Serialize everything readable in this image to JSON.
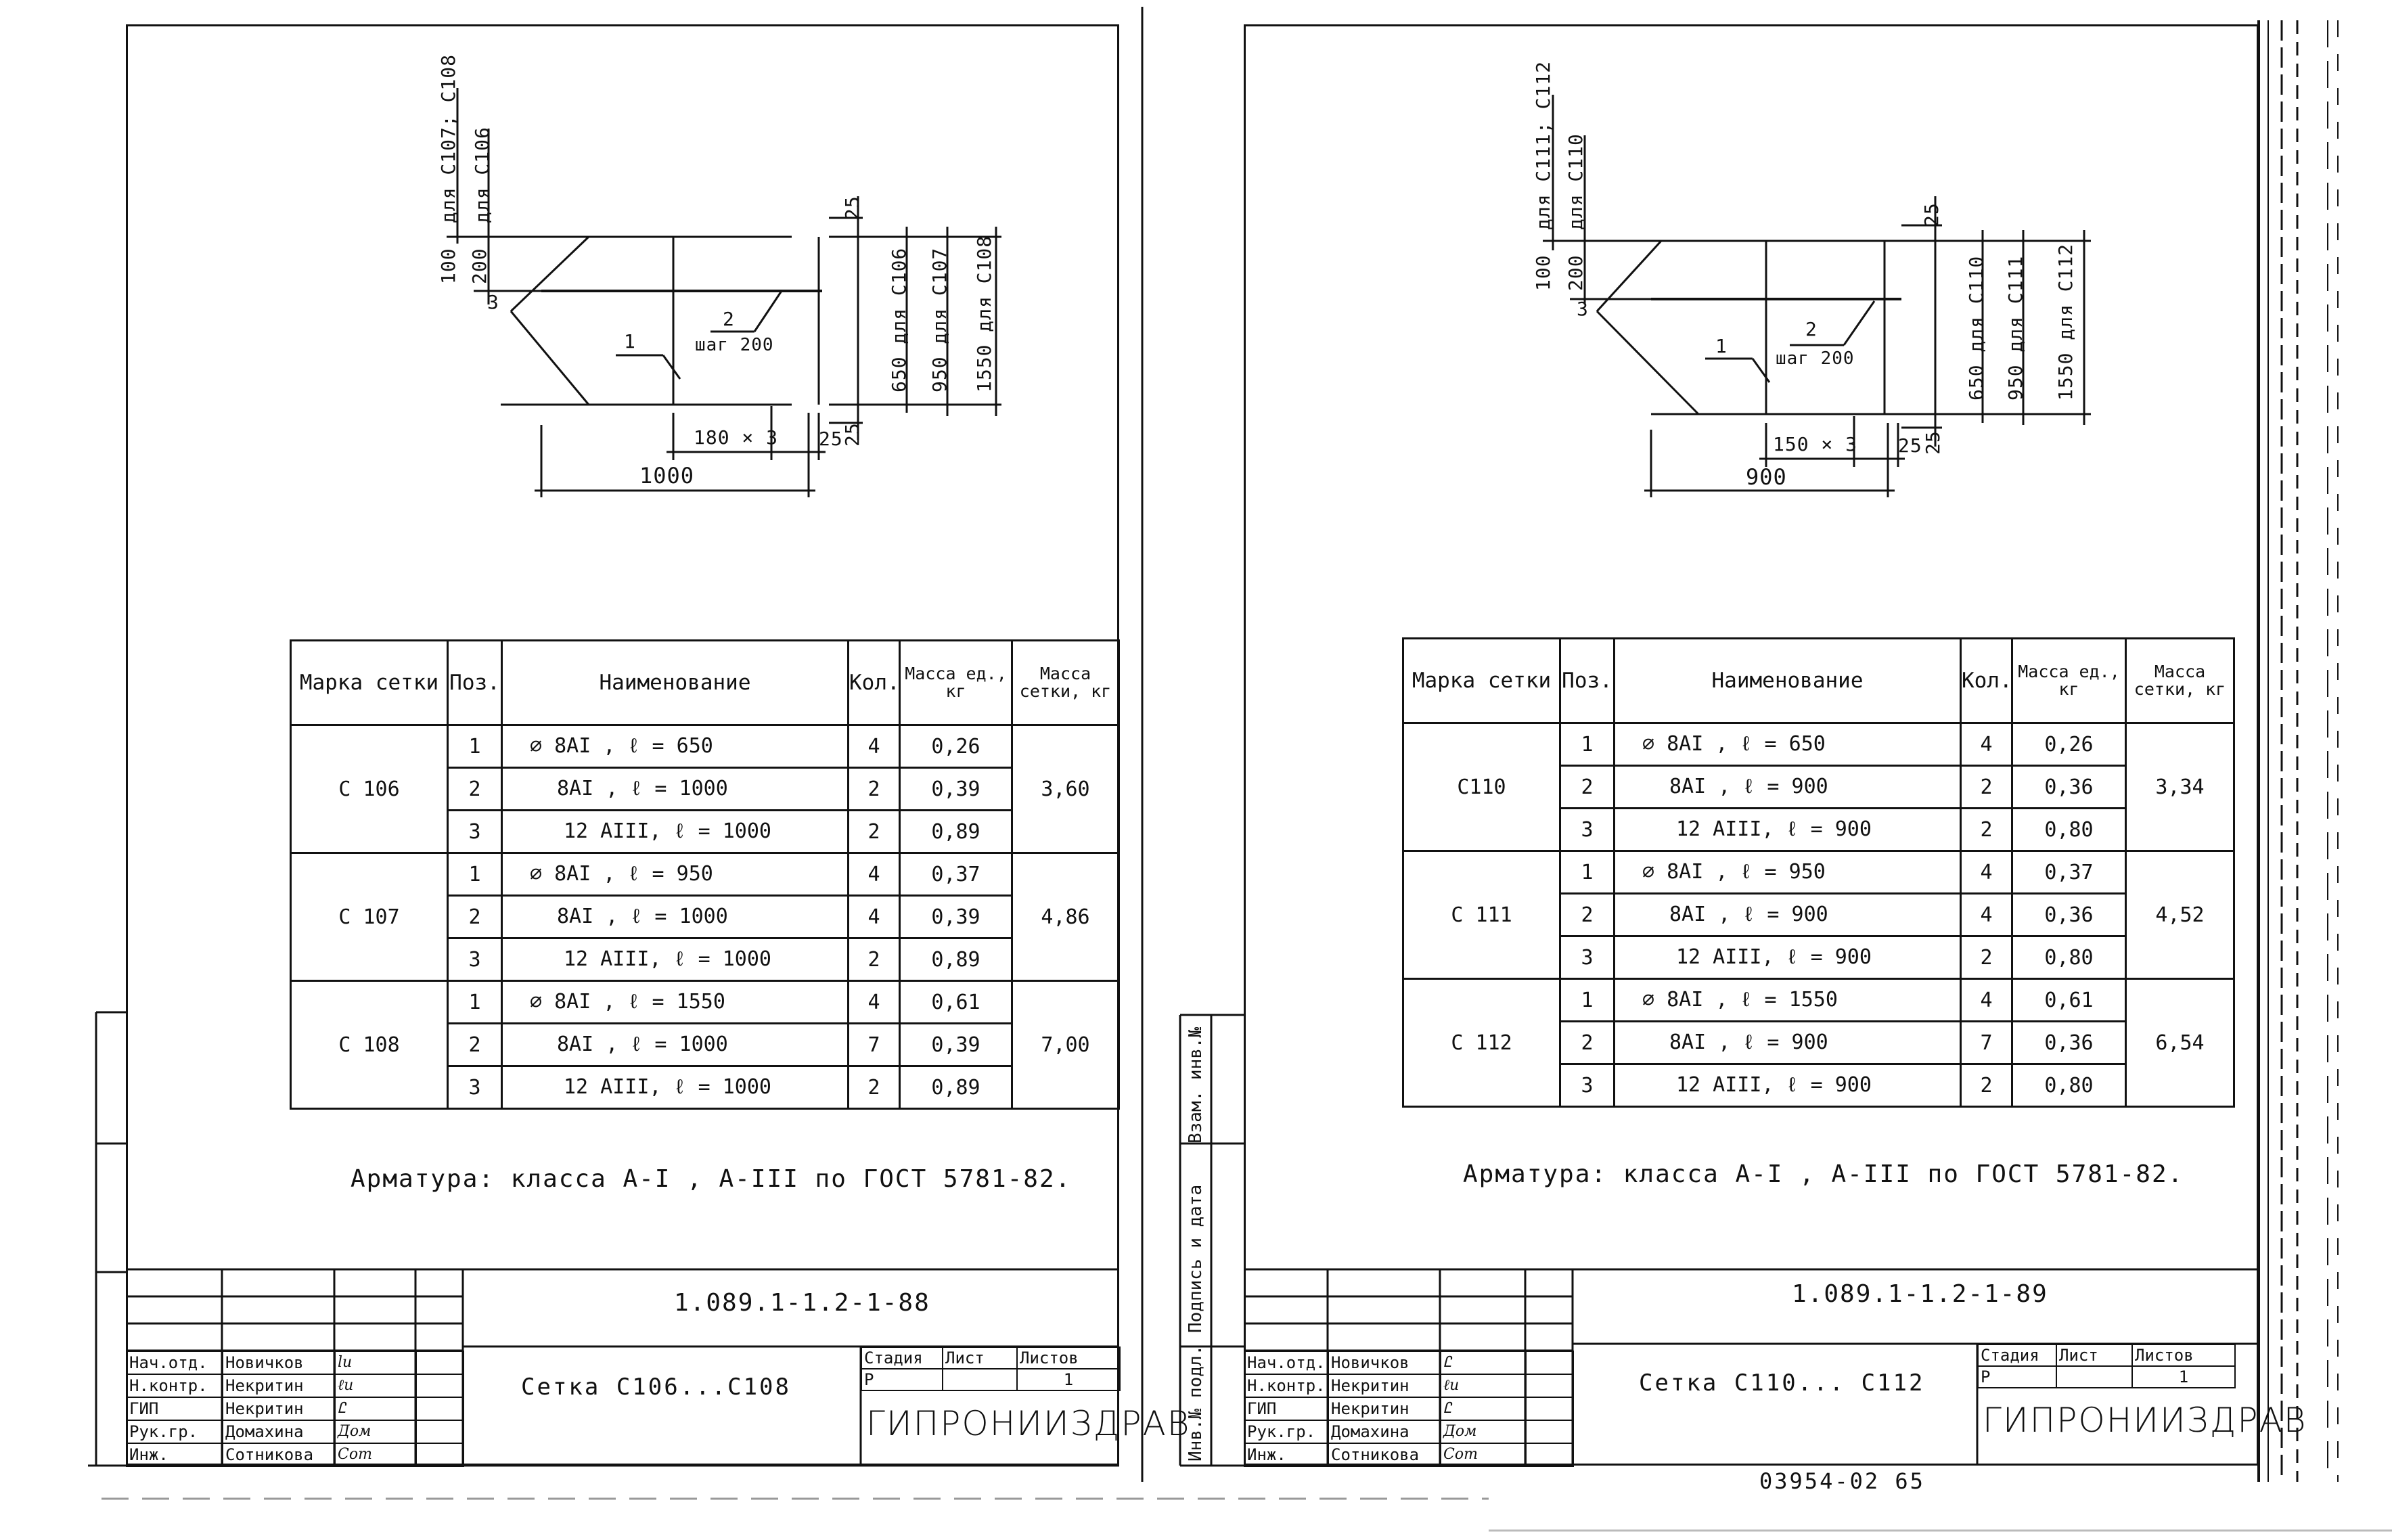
{
  "left": {
    "drawing": {
      "dim_top_rot1": "для С107; С108",
      "dim_top_rot2": "для С106",
      "dim_100": "100",
      "dim_200": "200",
      "dim_25_top": "25",
      "dim_650": "650 для С106",
      "dim_950": "950 для С107",
      "dim_1550": "1550 для С108",
      "callout_3": "3",
      "callout_1": "1",
      "callout_2": "2",
      "step": "шаг 200",
      "dim_pitch": "180 × 3",
      "dim_25_right": "25",
      "dim_25_bottom": "25",
      "dim_total": "1000"
    },
    "table": {
      "headers": [
        "Марка сетки",
        "Поз.",
        "Наименование",
        "Кол.",
        "Масса ед., кг",
        "Масса сетки, кг"
      ],
      "groups": [
        {
          "mark": "С 106",
          "total": "3,60",
          "rows": [
            {
              "pos": "1",
              "name": "⌀ 8AI ,   ℓ = 650",
              "qty": "4",
              "mass": "0,26"
            },
            {
              "pos": "2",
              "name": "8AI ,   ℓ = 1000",
              "qty": "2",
              "mass": "0,39"
            },
            {
              "pos": "3",
              "name": "12 AIII,   ℓ = 1000",
              "qty": "2",
              "mass": "0,89"
            }
          ]
        },
        {
          "mark": "С 107",
          "total": "4,86",
          "rows": [
            {
              "pos": "1",
              "name": "⌀ 8AI ,   ℓ = 950",
              "qty": "4",
              "mass": "0,37"
            },
            {
              "pos": "2",
              "name": "8AI ,   ℓ = 1000",
              "qty": "4",
              "mass": "0,39"
            },
            {
              "pos": "3",
              "name": "12 AIII,   ℓ = 1000",
              "qty": "2",
              "mass": "0,89"
            }
          ]
        },
        {
          "mark": "С 108",
          "total": "7,00",
          "rows": [
            {
              "pos": "1",
              "name": "⌀ 8AI ,   ℓ = 1550",
              "qty": "4",
              "mass": "0,61"
            },
            {
              "pos": "2",
              "name": "8AI ,   ℓ = 1000",
              "qty": "7",
              "mass": "0,39"
            },
            {
              "pos": "3",
              "name": "12 AIII,   ℓ = 1000",
              "qty": "2",
              "mass": "0,89"
            }
          ]
        }
      ]
    },
    "note": "Арматура: класса А-I , А-III  по  ГОСТ 5781-82.",
    "stamp": {
      "doc_number": "1.089.1-1.2-1-88",
      "sheet_name": "Сетка С106...С108",
      "roles": [
        "Нач.отд.",
        "Н.контр.",
        "ГИП",
        "Рук.гр.",
        "Инж."
      ],
      "names": [
        "Новичков",
        "Некритин",
        "Некритин",
        "Домахина",
        "Сотникова"
      ],
      "signatures": [
        "lu",
        "ℓu",
        "Ꮭ",
        "Дом",
        "Сот"
      ],
      "stage_label": "Стадия",
      "sheet_label": "Лист",
      "sheets_label": "Листов",
      "stage": "Р",
      "sheets": "1",
      "org": "ГИПРОНИИЗДРАВ"
    }
  },
  "right": {
    "drawing": {
      "dim_top_rot1": "для С111; С112",
      "dim_top_rot2": "для С110",
      "dim_100": "100",
      "dim_200": "200",
      "dim_25_top": "25",
      "dim_650": "650 для С110",
      "dim_950": "950 для С111",
      "dim_1550": "1550 для С112",
      "callout_3": "3",
      "callout_1": "1",
      "callout_2": "2",
      "step": "шаг 200",
      "dim_pitch": "150 × 3",
      "dim_25_right": "25",
      "dim_25_bottom": "25",
      "dim_total": "900"
    },
    "table": {
      "headers": [
        "Марка сетки",
        "Поз.",
        "Наименование",
        "Кол.",
        "Масса ед., кг",
        "Масса сетки, кг"
      ],
      "groups": [
        {
          "mark": "С110",
          "total": "3,34",
          "rows": [
            {
              "pos": "1",
              "name": "⌀ 8AI ,   ℓ = 650",
              "qty": "4",
              "mass": "0,26"
            },
            {
              "pos": "2",
              "name": "8AI ,   ℓ = 900",
              "qty": "2",
              "mass": "0,36"
            },
            {
              "pos": "3",
              "name": "12 AIII,   ℓ = 900",
              "qty": "2",
              "mass": "0,80"
            }
          ]
        },
        {
          "mark": "С 111",
          "total": "4,52",
          "rows": [
            {
              "pos": "1",
              "name": "⌀ 8AI ,   ℓ = 950",
              "qty": "4",
              "mass": "0,37"
            },
            {
              "pos": "2",
              "name": "8AI ,   ℓ = 900",
              "qty": "4",
              "mass": "0,36"
            },
            {
              "pos": "3",
              "name": "12 AIII,   ℓ = 900",
              "qty": "2",
              "mass": "0,80"
            }
          ]
        },
        {
          "mark": "С 112",
          "total": "6,54",
          "rows": [
            {
              "pos": "1",
              "name": "⌀ 8AI ,   ℓ = 1550",
              "qty": "4",
              "mass": "0,61"
            },
            {
              "pos": "2",
              "name": "8AI ,   ℓ = 900",
              "qty": "7",
              "mass": "0,36"
            },
            {
              "pos": "3",
              "name": "12 AIII,   ℓ = 900",
              "qty": "2",
              "mass": "0,80"
            }
          ]
        }
      ]
    },
    "note": "Арматура: класса А-I , А-III  по  ГОСТ 5781-82.",
    "stamp": {
      "doc_number": "1.089.1-1.2-1-89",
      "sheet_name": "Сетка С110... С112",
      "roles": [
        "Нач.отд.",
        "Н.контр.",
        "ГИП",
        "Рук.гр.",
        "Инж."
      ],
      "names": [
        "Новичков",
        "Некритин",
        "Некритин",
        "Домахина",
        "Сотникова"
      ],
      "signatures": [
        "Ꮭ",
        "ℓu",
        "Ꮭ",
        "Дом",
        "Сот"
      ],
      "stage_label": "Стадия",
      "sheet_label": "Лист",
      "sheets_label": "Листов",
      "stage": "Р",
      "sheets": "1",
      "org": "ГИПРОНИИЗДРАВ"
    },
    "side_labels": [
      "Взам. инв.№",
      "Подпись и дата",
      "Инв.№ подл."
    ],
    "footer_code": "03954-02   65"
  }
}
